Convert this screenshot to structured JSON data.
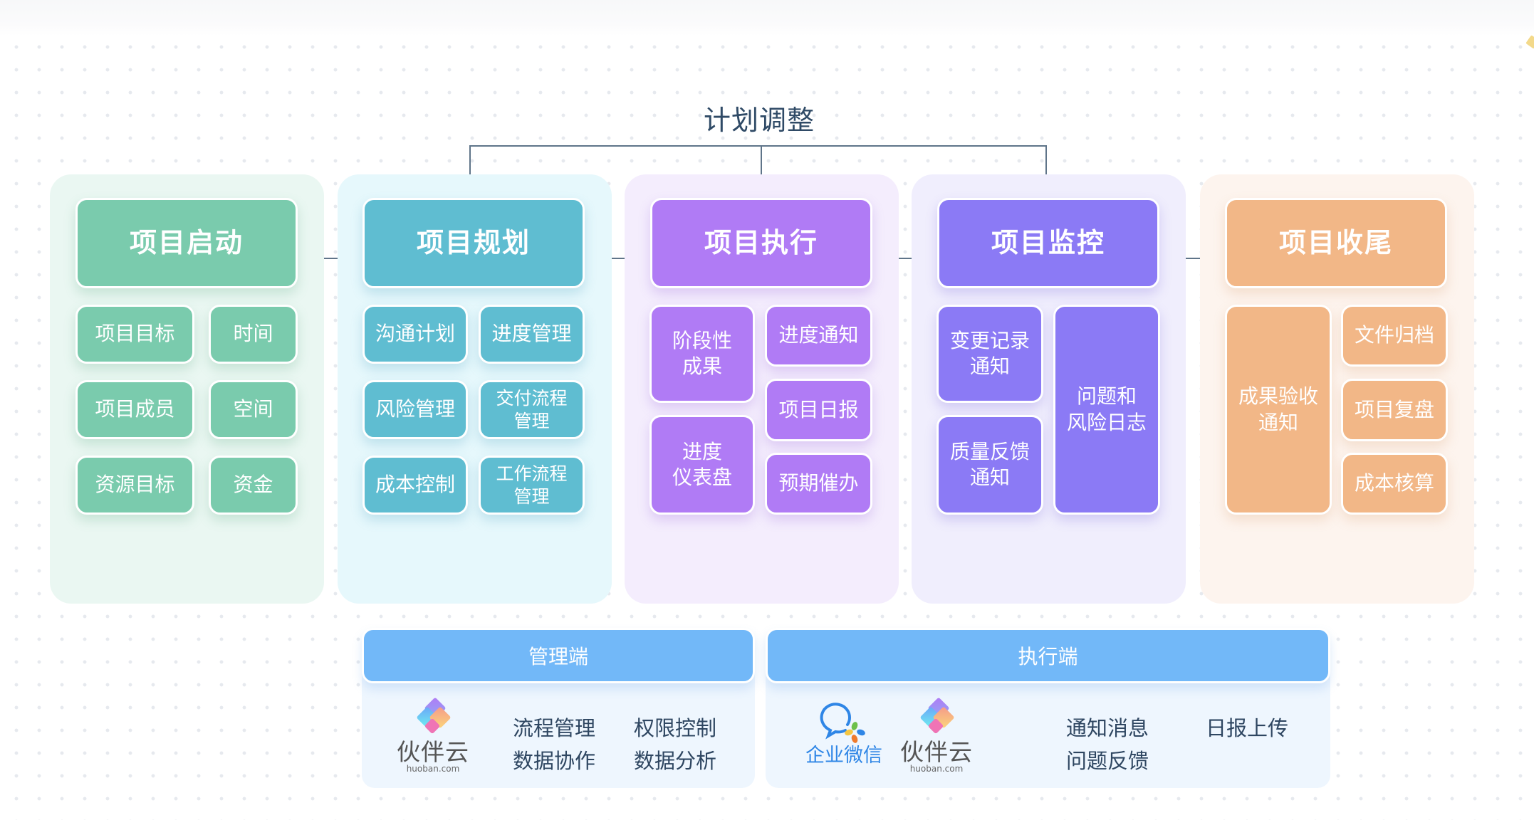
{
  "diagram": {
    "feedback_label": "计划调整",
    "colors": {
      "initiation": "#7acbad",
      "planning": "#5fbdd1",
      "execution": "#b07bf5",
      "monitoring": "#8b7af5",
      "closing": "#f2b787",
      "endpoint_header": "#72b8f8",
      "connector": "#5f7489"
    },
    "phases": [
      {
        "title": "项目启动",
        "items": [
          "项目目标",
          "时间",
          "项目成员",
          "空间",
          "资源目标",
          "资金"
        ]
      },
      {
        "title": "项目规划",
        "items": [
          "沟通计划",
          "进度管理",
          "风险管理",
          "交付流程管理",
          "成本控制",
          "工作流程管理"
        ]
      },
      {
        "title": "项目执行",
        "items": [
          "阶段性成果",
          "进度仪表盘",
          "进度通知",
          "项目日报",
          "预期催办"
        ]
      },
      {
        "title": "项目监控",
        "items": [
          "变更记录通知",
          "质量反馈通知",
          "问题和风险日志"
        ]
      },
      {
        "title": "项目收尾",
        "items": [
          "成果验收通知",
          "文件归档",
          "项目复盘",
          "成本核算"
        ]
      }
    ],
    "multiline": {
      "p2_i3": [
        "交付流程",
        "管理"
      ],
      "p2_i5": [
        "工作流程",
        "管理"
      ],
      "p3_i0": [
        "阶段性",
        "成果"
      ],
      "p3_i1": [
        "进度",
        "仪表盘"
      ],
      "p4_i0": [
        "变更记录",
        "通知"
      ],
      "p4_i1": [
        "质量反馈",
        "通知"
      ],
      "p4_i2": [
        "问题和",
        "风险日志"
      ],
      "p5_i0": [
        "成果验收",
        "通知"
      ]
    },
    "endpoints": {
      "management": {
        "title": "管理端",
        "logo": {
          "name": "伙伴云",
          "url": "huoban.com"
        },
        "features": [
          "流程管理",
          "权限控制",
          "数据协作",
          "数据分析"
        ]
      },
      "execution": {
        "title": "执行端",
        "logos": [
          {
            "name": "企业微信"
          },
          {
            "name": "伙伴云",
            "url": "huoban.com"
          }
        ],
        "features": [
          "通知消息",
          "日报上传",
          "问题反馈"
        ]
      }
    }
  }
}
